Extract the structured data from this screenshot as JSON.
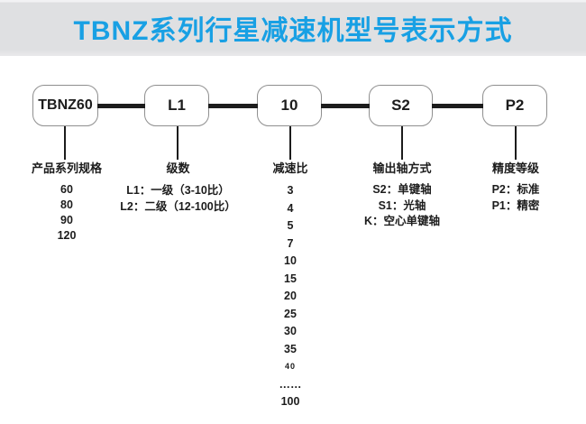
{
  "title": "TBNZ系列行星减速机型号表示方式",
  "model_boxes": [
    "TBNZ60",
    "L1",
    "10",
    "S2",
    "P2"
  ],
  "legend_columns": [
    {
      "header": "产品系列规格",
      "items": [
        "60",
        "80",
        "90",
        "120"
      ]
    },
    {
      "header": "级数",
      "items": [
        "L1：一级（3-10比）",
        "L2：二级（12-100比）"
      ]
    },
    {
      "header": "减速比",
      "items": [
        "3",
        "4",
        "5",
        "7",
        "10",
        "15",
        "20",
        "25",
        "30",
        "35",
        "40",
        "……",
        "100"
      ]
    },
    {
      "header": "输出轴方式",
      "items": [
        "S2：单键轴",
        "S1：光轴",
        "K：空心单键轴"
      ]
    },
    {
      "header": "精度等级",
      "items": [
        "P2：标准",
        "P1：精密"
      ]
    }
  ],
  "colors": {
    "title_blue": "#18a0e4",
    "band_gray": "#dfe0e2",
    "line_black": "#1c1c1c",
    "box_border": "#8f8f8f",
    "background": "#ffffff"
  }
}
